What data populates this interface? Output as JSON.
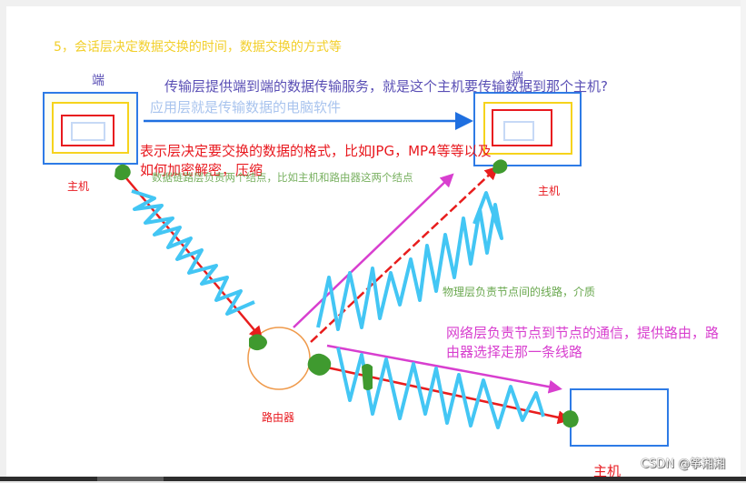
{
  "colors": {
    "session": "#f2cf2a",
    "transport": "#5a4fb5",
    "application": "#a9c4ee",
    "presentation": "#e8191f",
    "datalink": "#6aa84f",
    "physical": "#6aa84f",
    "network": "#d83fcf",
    "host_label": "#e8191f",
    "router_label": "#e8191f",
    "blue_box": "#2e7be6",
    "yellow_box": "#f6d31c",
    "red_box": "#e8191f",
    "inner_box": "#c6d9f6",
    "arrow_blue": "#1f6fe0",
    "arrow_red": "#e81d1d",
    "arrow_magenta": "#d83fcf",
    "scribble": "#43c6f4",
    "node_green": "#3f9a2f",
    "router_circle": "#ef9a4b"
  },
  "annotations": {
    "session_layer": "5，会话层决定数据交换的时间，数据交换的方式等",
    "transport_layer": "传输层提供端到端的数据传输服务，就是这个主机要传输数据到那个主机?",
    "application_layer": "应用层就是传输数据的电脑软件",
    "presentation_layer_line1": "表示层决定要交换的数据的格式，比如JPG，MP4等等以及",
    "presentation_layer_line2": "如何加密解密，压缩",
    "datalink_layer": "数据链路层负责两个结点，比如主机和路由器这两个结点",
    "physical_layer": "物理层负责节点间的线路，介质",
    "network_layer_line1": "网络层负责节点到节点的通信，提供路由，路",
    "network_layer_line2": "由器选择走那一条线路"
  },
  "nodes": {
    "left_end_label": "端",
    "right_end_label": "端",
    "left_host_label": "主机",
    "right_host_label": "主机",
    "bottom_host_label": "主机",
    "router_label": "路由器"
  },
  "watermark": "CSDN @筝湘湘"
}
